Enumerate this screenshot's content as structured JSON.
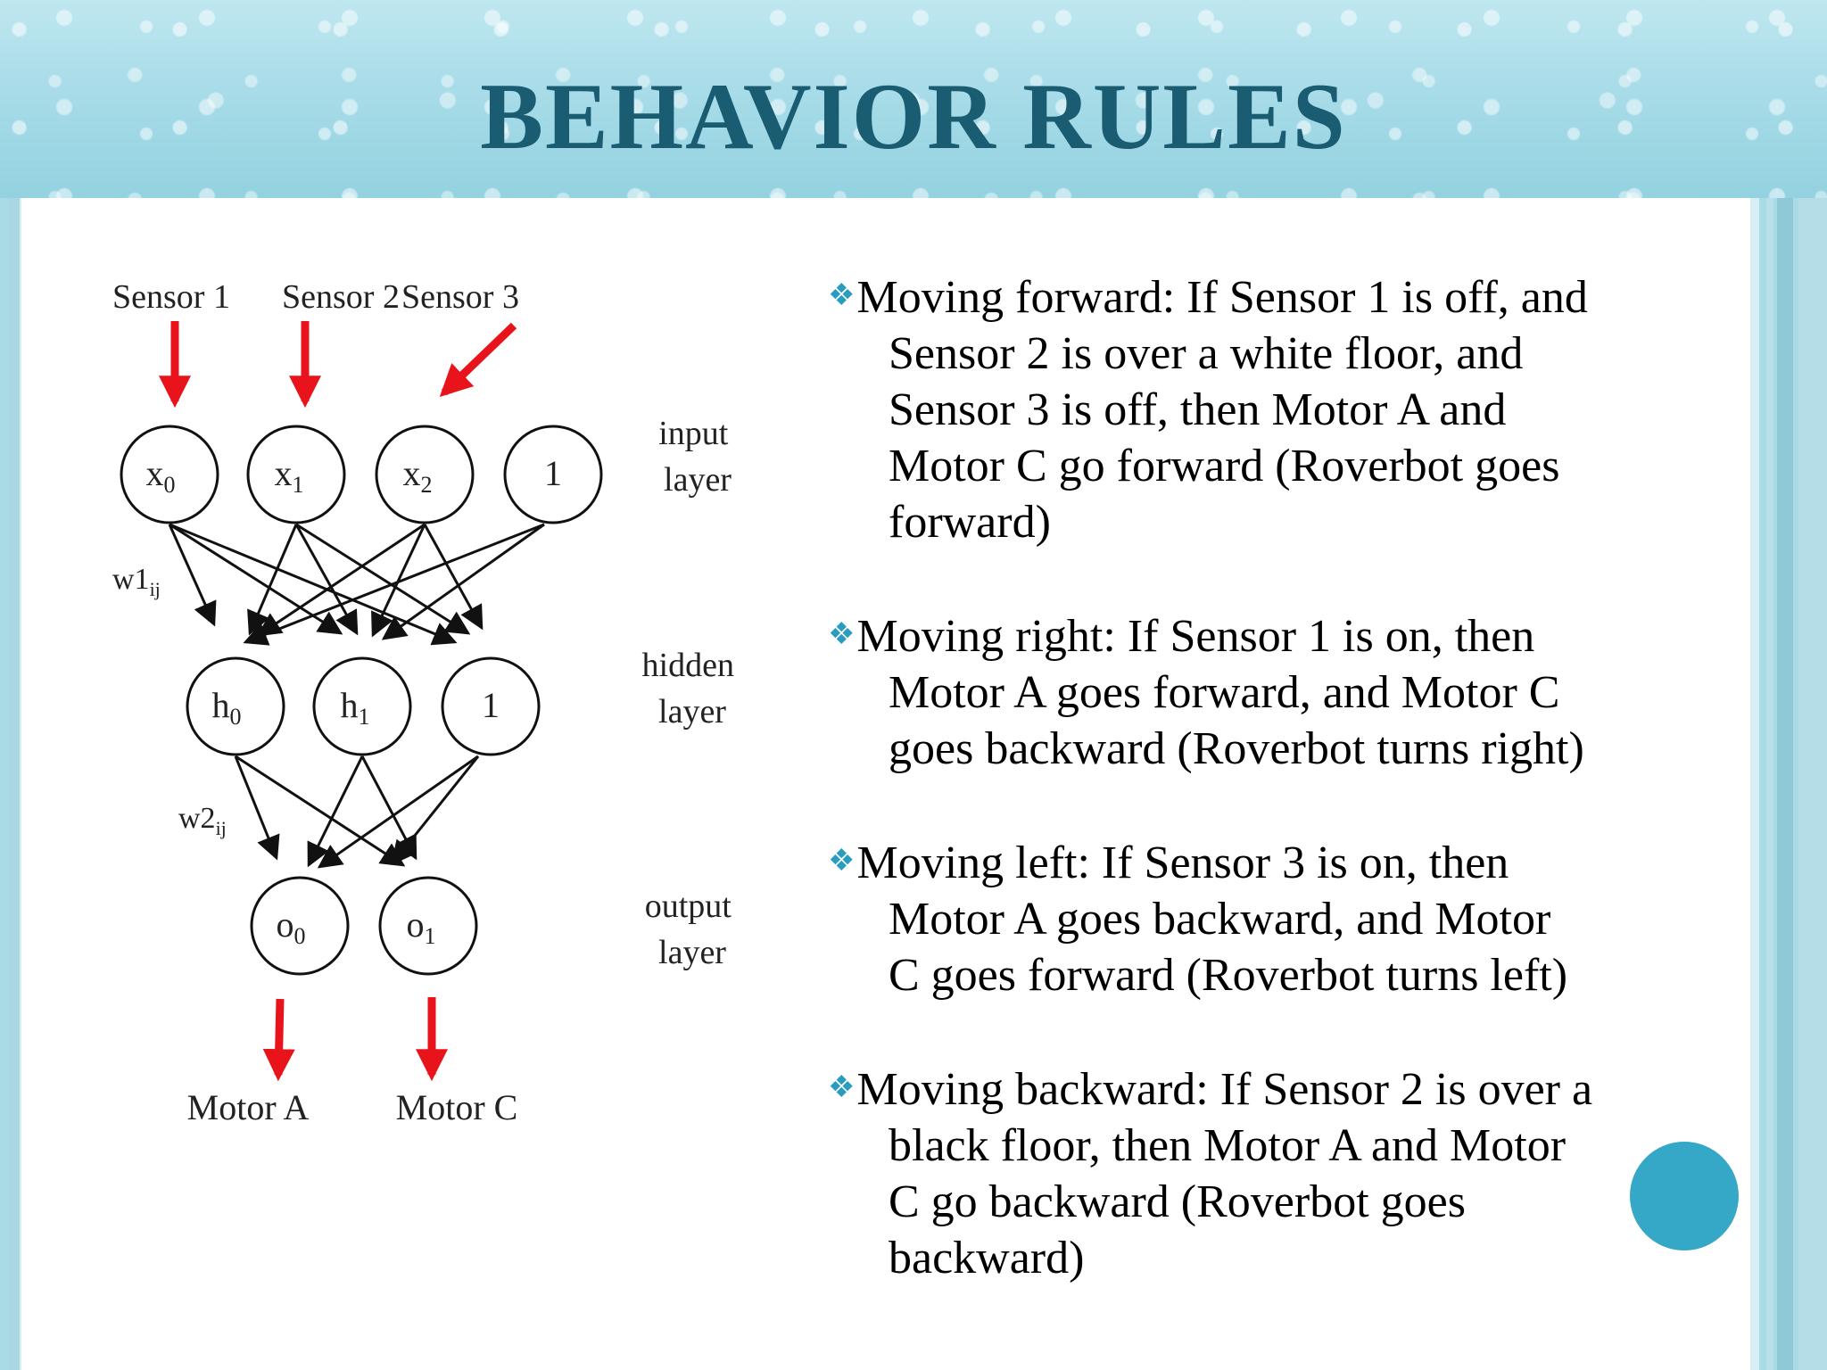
{
  "slide": {
    "title": "BEHAVIOR RULES"
  },
  "diagram": {
    "sensors": [
      "Sensor 1",
      "Sensor 2",
      "Sensor 3"
    ],
    "input_nodes": [
      {
        "main": "x",
        "sub": "0"
      },
      {
        "main": "x",
        "sub": "1"
      },
      {
        "main": "x",
        "sub": "2"
      },
      {
        "main": "1",
        "sub": ""
      }
    ],
    "hidden_nodes": [
      {
        "main": "h",
        "sub": "0"
      },
      {
        "main": "h",
        "sub": "1"
      },
      {
        "main": "1",
        "sub": ""
      }
    ],
    "output_nodes": [
      {
        "main": "o",
        "sub": "0"
      },
      {
        "main": "o",
        "sub": "1"
      }
    ],
    "weights_1": {
      "main": "w1",
      "sub": "ij"
    },
    "weights_2": {
      "main": "w2",
      "sub": "ij"
    },
    "layer_labels": {
      "input": [
        "input",
        "layer"
      ],
      "hidden": [
        "hidden",
        "layer"
      ],
      "output": [
        "output",
        "layer"
      ]
    },
    "motors": [
      "Motor A",
      "Motor C"
    ],
    "colors": {
      "arrow_red": "#e8131b",
      "line": "#111111"
    }
  },
  "rules": [
    {
      "first_line": "Moving forward: If Sensor 1 is off, and",
      "continuation": [
        "Sensor 2 is over a white floor, and",
        "Sensor 3 is off, then Motor A and",
        "Motor C go forward (Roverbot goes",
        "forward)"
      ]
    },
    {
      "first_line": "Moving right: If Sensor 1 is on, then",
      "continuation": [
        "Motor A goes forward, and Motor C",
        "goes backward (Roverbot turns right)"
      ]
    },
    {
      "first_line": "Moving left: If Sensor 3 is on, then",
      "continuation": [
        "Motor A goes backward, and Motor",
        "C goes forward (Roverbot turns left)"
      ]
    },
    {
      "first_line": "Moving backward: If Sensor 2 is over a",
      "continuation": [
        "black floor, then Motor A and Motor",
        "C go backward (Roverbot goes",
        "backward)"
      ]
    }
  ],
  "theme": {
    "title_color": "#1a5c72",
    "bullet_color": "#2a9cc0",
    "accent_circle": "#35a8c8",
    "bullet_icon": "diamond-bullet-icon"
  }
}
